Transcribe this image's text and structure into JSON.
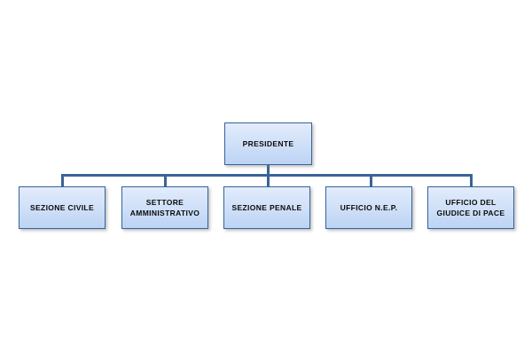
{
  "chart_data": {
    "type": "diagram",
    "title": "",
    "subtitle": "",
    "diagram_kind": "organizational-chart",
    "orientation": "top-down",
    "levels": 2,
    "root": {
      "id": "presidente",
      "label": "PRESIDENTE"
    },
    "children": [
      {
        "id": "sezione-civile",
        "label": "SEZIONE  CIVILE"
      },
      {
        "id": "settore-amministrativo",
        "label": "SETTORE\nAMMINISTRATIVO"
      },
      {
        "id": "sezione-penale",
        "label": "SEZIONE  PENALE"
      },
      {
        "id": "ufficio-nep",
        "label": "UFFICIO N.E.P."
      },
      {
        "id": "ufficio-giudice-pace",
        "label": "UFFICIO  DEL\nGIUDICE DI PACE"
      }
    ],
    "edges": [
      {
        "from": "presidente",
        "to": "sezione-civile"
      },
      {
        "from": "presidente",
        "to": "settore-amministrativo"
      },
      {
        "from": "presidente",
        "to": "sezione-penale"
      },
      {
        "from": "presidente",
        "to": "ufficio-nep"
      },
      {
        "from": "presidente",
        "to": "ufficio-giudice-pace"
      }
    ],
    "colors": {
      "box_fill_top": "#e3ecfb",
      "box_fill_bottom": "#bcd3f4",
      "box_border": "#36639c",
      "connector": "#3a6497",
      "text": "#0a0a0a",
      "background": "#ffffff"
    },
    "legend": null,
    "grid": false
  },
  "nodes": {
    "root": {
      "label": "PRESIDENTE"
    },
    "child1": {
      "label": "SEZIONE  CIVILE"
    },
    "child2": {
      "label": "SETTORE\nAMMINISTRATIVO"
    },
    "child3": {
      "label": "SEZIONE  PENALE"
    },
    "child4": {
      "label": "UFFICIO N.E.P."
    },
    "child5": {
      "label": "UFFICIO  DEL\nGIUDICE DI PACE"
    }
  }
}
